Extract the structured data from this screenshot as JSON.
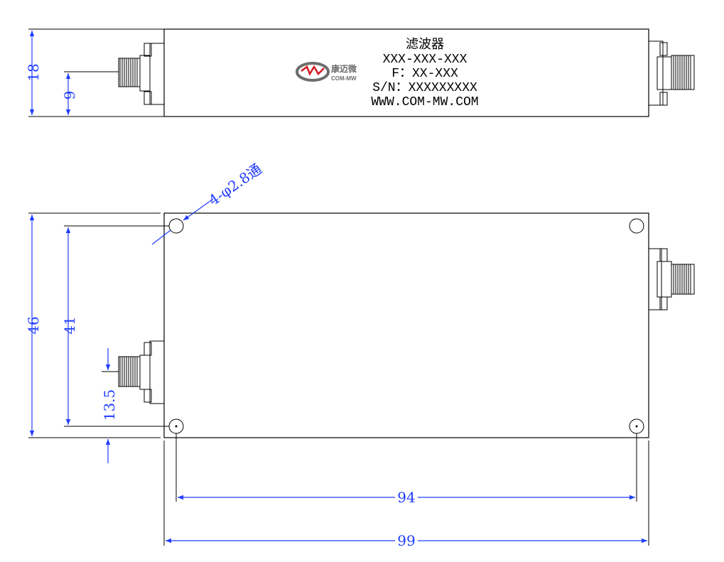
{
  "label": {
    "type": "滤波器",
    "model": "XXX-XXX-XXX",
    "frequency": "F：XX-XXX",
    "serial": "S/N：XXXXXXXXX",
    "website": "WWW.COM-MW.COM"
  },
  "logo": {
    "chinese": "康迈微",
    "english": "COM-MW",
    "mark": "MW",
    "colors": {
      "red": "#d4181f",
      "gray": "#6d6d6d"
    }
  },
  "dimensions": {
    "side_height": "18",
    "side_connector_height": "9",
    "mounting_holes": "4-φ2.8通",
    "top_height_total": "46",
    "top_hole_spacing_v": "41",
    "top_connector_offset": "13.5",
    "hole_spacing_h": "94",
    "length_total": "99"
  },
  "colors": {
    "dimension": "#1f3cff",
    "outline": "#000000"
  }
}
